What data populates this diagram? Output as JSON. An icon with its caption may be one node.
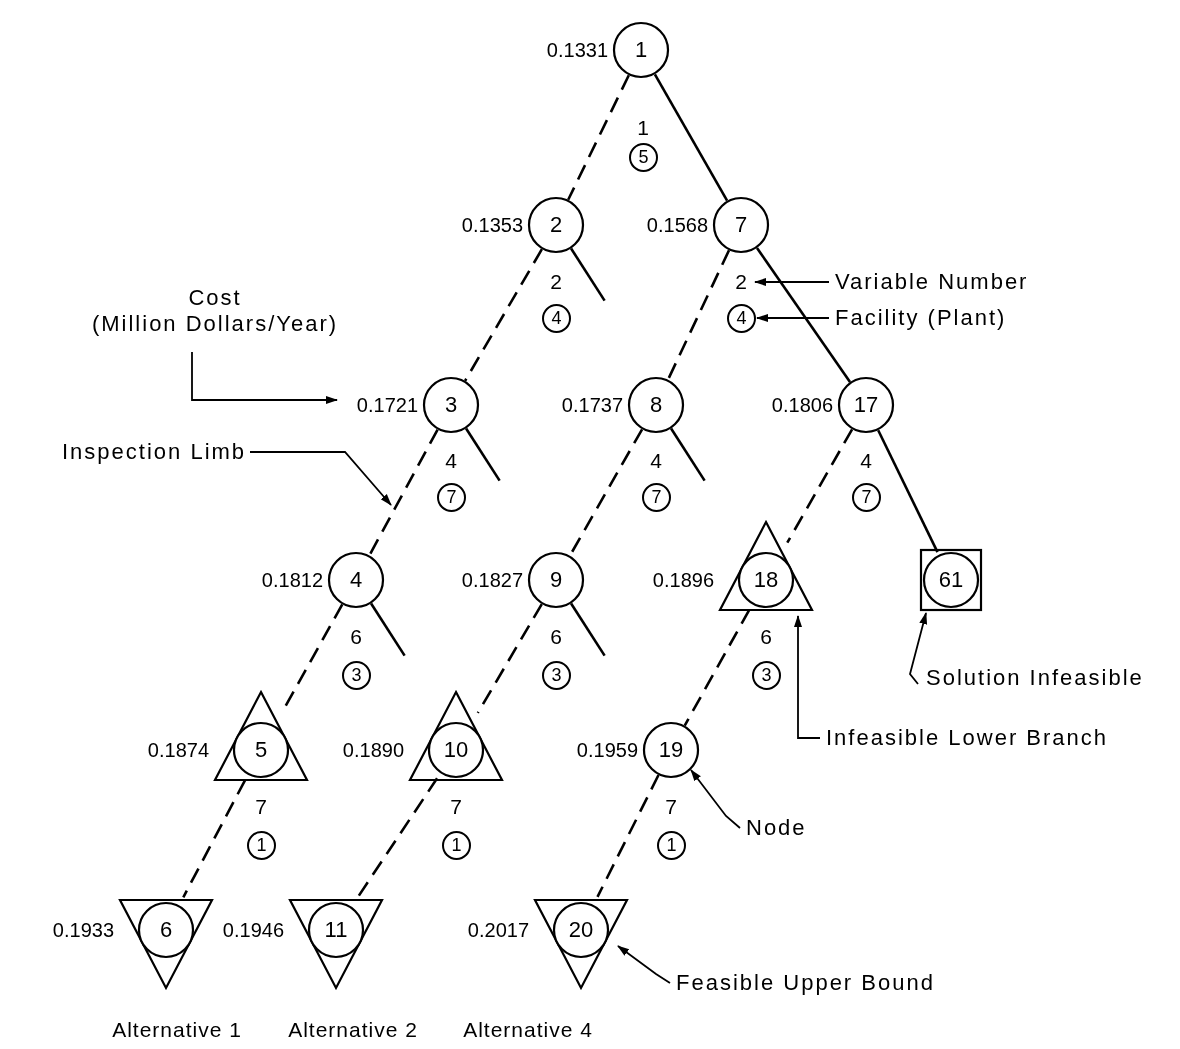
{
  "diagram": {
    "nodes": [
      {
        "text": [
          "1"
        ],
        "beside": [
          "0.1331"
        ]
      },
      {
        "text": [
          "5"
        ],
        "beside": [
          "1"
        ]
      },
      {
        "text": [
          "2"
        ],
        "beside": [
          "0.1353"
        ]
      },
      {
        "text": [
          "7"
        ],
        "beside": [
          "0.1568"
        ]
      },
      {
        "text": [
          "4"
        ],
        "beside": [
          "2"
        ]
      },
      {
        "text": [
          "4"
        ],
        "beside": [
          "2"
        ]
      },
      {
        "text": [
          "Variable Number"
        ]
      },
      {
        "text": [
          "Facility (Plant)"
        ]
      },
      {
        "text": [
          "Cost",
          "(Million Dollars/Year)"
        ]
      },
      {
        "text": [
          "3"
        ],
        "beside": [
          "0.1721"
        ]
      },
      {
        "text": [
          "8"
        ],
        "beside": [
          "0.1737"
        ]
      },
      {
        "text": [
          "17"
        ],
        "beside": [
          "0.1806"
        ]
      },
      {
        "text": [
          "Inspection Limb"
        ]
      },
      {
        "text": [
          "7"
        ],
        "beside": [
          "4"
        ]
      },
      {
        "text": [
          "7"
        ],
        "beside": [
          "4"
        ]
      },
      {
        "text": [
          "7"
        ],
        "beside": [
          "4"
        ]
      },
      {
        "text": [
          "4"
        ],
        "beside": [
          "0.1812"
        ]
      },
      {
        "text": [
          "9"
        ],
        "beside": [
          "0.1827"
        ]
      },
      {
        "text": [
          "18"
        ],
        "beside": [
          "0.1896"
        ]
      },
      {
        "text": [
          "61"
        ]
      },
      {
        "text": [
          "3"
        ],
        "beside": [
          "6"
        ]
      },
      {
        "text": [
          "3"
        ],
        "beside": [
          "6"
        ]
      },
      {
        "text": [
          "3"
        ],
        "beside": [
          "6"
        ]
      },
      {
        "text": [
          "Solution Infeasible"
        ]
      },
      {
        "text": [
          "5"
        ],
        "beside": [
          "0.1874"
        ]
      },
      {
        "text": [
          "10"
        ],
        "beside": [
          "0.1890"
        ]
      },
      {
        "text": [
          "19"
        ],
        "beside": [
          "0.1959"
        ]
      },
      {
        "text": [
          "Infeasible Lower Branch"
        ]
      },
      {
        "text": [
          "1"
        ],
        "beside": [
          "7"
        ]
      },
      {
        "text": [
          "1"
        ],
        "beside": [
          "7"
        ]
      },
      {
        "text": [
          "1"
        ],
        "beside": [
          "7"
        ]
      },
      {
        "text": [
          "Node"
        ]
      },
      {
        "text": [
          "6"
        ],
        "beside": [
          "0.1933"
        ]
      },
      {
        "text": [
          "11"
        ],
        "beside": [
          "0.1946"
        ]
      },
      {
        "text": [
          "20"
        ],
        "beside": [
          "0.2017"
        ]
      },
      {
        "text": [
          "Feasible Upper Bound"
        ]
      }
    ],
    "edges": [
      {
        "from": 0,
        "to": 2,
        "arrow": "none",
        "style": "dashed"
      },
      {
        "from": 0,
        "to": 3,
        "arrow": "none"
      },
      {
        "from": 2,
        "to": 9,
        "arrow": "none",
        "style": "dashed"
      },
      {
        "from": 2,
        "to": null,
        "arrow": "none"
      },
      {
        "from": 3,
        "to": 10,
        "arrow": "none",
        "style": "dashed"
      },
      {
        "from": 3,
        "to": 11,
        "arrow": "none"
      },
      {
        "from": 9,
        "to": 16,
        "arrow": "none",
        "style": "dashed"
      },
      {
        "from": 9,
        "to": null,
        "arrow": "none"
      },
      {
        "from": 10,
        "to": 17,
        "arrow": "none",
        "style": "dashed"
      },
      {
        "from": 10,
        "to": null,
        "arrow": "none"
      },
      {
        "from": 11,
        "to": 18,
        "arrow": "none",
        "style": "dashed"
      },
      {
        "from": 11,
        "to": 19,
        "arrow": "none"
      },
      {
        "from": 16,
        "to": 24,
        "arrow": "none",
        "style": "dashed"
      },
      {
        "from": 16,
        "to": null,
        "arrow": "none"
      },
      {
        "from": 17,
        "to": 25,
        "arrow": "none",
        "style": "dashed"
      },
      {
        "from": 17,
        "to": null,
        "arrow": "none"
      },
      {
        "from": 18,
        "to": 26,
        "arrow": "none",
        "style": "dashed"
      },
      {
        "from": 24,
        "to": 32,
        "arrow": "none",
        "style": "dashed"
      },
      {
        "from": 25,
        "to": 33,
        "arrow": "none",
        "style": "dashed"
      },
      {
        "from": 26,
        "to": 34,
        "arrow": "none",
        "style": "dashed"
      },
      {
        "from": 6,
        "to": 5,
        "arrow": "to"
      },
      {
        "from": 7,
        "to": 5,
        "arrow": "to"
      },
      {
        "from": 8,
        "to": 9,
        "arrow": "to"
      },
      {
        "from": 12,
        "to": null,
        "arrow": "to"
      },
      {
        "from": 23,
        "to": 19,
        "arrow": "to"
      },
      {
        "from": 27,
        "to": 18,
        "arrow": "to"
      },
      {
        "from": 31,
        "to": 26,
        "arrow": "to"
      },
      {
        "from": 35,
        "to": 34,
        "arrow": "to"
      }
    ],
    "labels": [
      "Alternative 1",
      "Alternative 2",
      "Alternative 4"
    ]
  }
}
